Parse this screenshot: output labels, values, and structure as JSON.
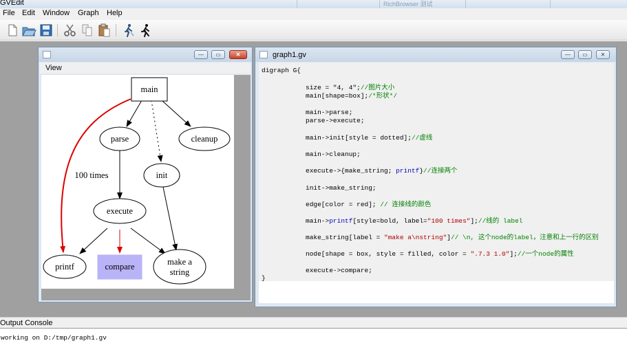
{
  "app": {
    "title": "GVEdit",
    "title_ghost": "RichBrowser 测试"
  },
  "menu": [
    "File",
    "Edit",
    "Window",
    "Graph",
    "Help"
  ],
  "toolbar": {
    "icons": [
      "new-file-icon",
      "open-folder-icon",
      "save-icon",
      "cut-icon",
      "copy-icon",
      "paste-icon",
      "layout-run-icon",
      "run-icon"
    ]
  },
  "view_window": {
    "label": "View",
    "controls": [
      "minimize-icon",
      "restore-icon",
      "close-icon"
    ],
    "graph": {
      "nodes": {
        "main": "main",
        "parse": "parse",
        "init": "init",
        "cleanup": "cleanup",
        "execute": "execute",
        "printf": "printf",
        "compare": "compare",
        "make_string_1": "make a",
        "make_string_2": "string"
      },
      "edge_label": "100 times",
      "colors": {
        "edge_red": "#dd0000",
        "compare_fill": "#b9b3f7"
      }
    }
  },
  "editor_window": {
    "title": "graph1.gv",
    "controls": [
      "minimize-icon",
      "restore-icon",
      "close-icon"
    ],
    "code": {
      "l0": "digraph G{",
      "l1a": "size = \"4, 4\";",
      "l1b": "//图片大小",
      "l2a": "main[shape=box];",
      "l2b": "/*形状*/",
      "l3": "main->parse;",
      "l4": "parse->execute;",
      "l5a": "main->init[style = dotted];",
      "l5b": "//虚线",
      "l6": "main->cleanup;",
      "l7a": "execute->{make_string; ",
      "l7b": "printf",
      "l7c": "}",
      "l7d": "//连接两个",
      "l8": "init->make_string;",
      "l9a": "edge[color = red]; ",
      "l9b": "// 连接线的颜色",
      "l10a": "main->",
      "l10b": "printf",
      "l10c": "[style=bold, label=",
      "l10d": "\"100 times\"",
      "l10e": "];",
      "l10f": "//线的 label",
      "l11a": "make_string[label = ",
      "l11b": "\"make a\\nstring\"",
      "l11c": "]",
      "l11d": "// \\n, 这个node的label，注意和上一行的区别",
      "l12a": "node[shape = box, style = filled, color = ",
      "l12b": "\".7.3 1.0\"",
      "l12c": "];",
      "l12d": "//一个node的属性",
      "l13": "execute->compare;",
      "l14": "}"
    }
  },
  "console": {
    "title": "Output Console",
    "message": "working on D:/tmp/graph1.gv"
  }
}
